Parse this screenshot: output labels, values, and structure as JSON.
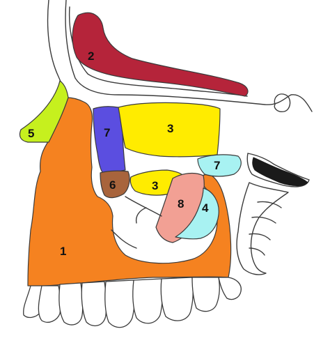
{
  "diagram": {
    "regions": [
      {
        "id": "r1",
        "label": "1",
        "color": "#f58220"
      },
      {
        "id": "r2",
        "label": "2",
        "color": "#b5243a"
      },
      {
        "id": "r3a",
        "label": "3",
        "color": "#ffec00"
      },
      {
        "id": "r3b",
        "label": "3",
        "color": "#ffec00"
      },
      {
        "id": "r4",
        "label": "4",
        "color": "#c6f01e"
      },
      {
        "id": "r5",
        "label": "5",
        "color": "#a8643c"
      },
      {
        "id": "r6",
        "label": "6",
        "color": "#5b4ee0"
      },
      {
        "id": "r7a",
        "label": "7",
        "color": "#a8f2f2"
      },
      {
        "id": "r7b",
        "label": "7",
        "color": "#a8f2f2"
      },
      {
        "id": "r8",
        "label": "8",
        "color": "#f2a094"
      }
    ]
  }
}
